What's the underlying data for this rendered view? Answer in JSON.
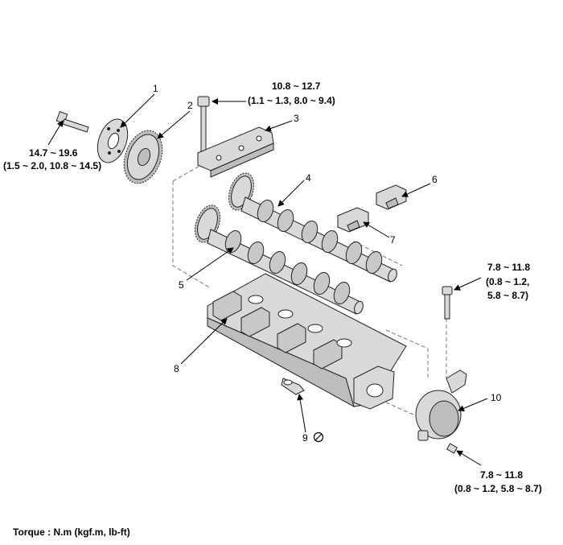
{
  "callouts": [
    {
      "id": "1",
      "label": "1"
    },
    {
      "id": "2",
      "label": "2"
    },
    {
      "id": "3",
      "label": "3"
    },
    {
      "id": "4",
      "label": "4"
    },
    {
      "id": "5",
      "label": "5"
    },
    {
      "id": "6",
      "label": "6"
    },
    {
      "id": "7",
      "label": "7"
    },
    {
      "id": "8",
      "label": "8"
    },
    {
      "id": "9",
      "label": "9"
    },
    {
      "id": "10",
      "label": "10"
    }
  ],
  "torques": {
    "sprocket_bolt": {
      "line1": "14.7 ~ 19.6",
      "line2": "(1.5 ~ 2.0, 10.8 ~ 14.5)"
    },
    "cap_bolt": {
      "line1": "10.8 ~ 12.7",
      "line2": "(1.1 ~ 1.3, 8.0 ~ 9.4)"
    },
    "right_bolt": {
      "line1": "7.8 ~ 11.8",
      "line2": "(0.8 ~ 1.2,",
      "line3": "5.8 ~ 8.7)"
    },
    "pump_bolt": {
      "line1": "7.8 ~ 11.8",
      "line2": "(0.8 ~ 1.2, 5.8 ~ 8.7)"
    }
  },
  "footer": "Torque : N.m (kgf.m, lb-ft)",
  "icons": {
    "replace_symbol": "no-reuse-icon"
  }
}
